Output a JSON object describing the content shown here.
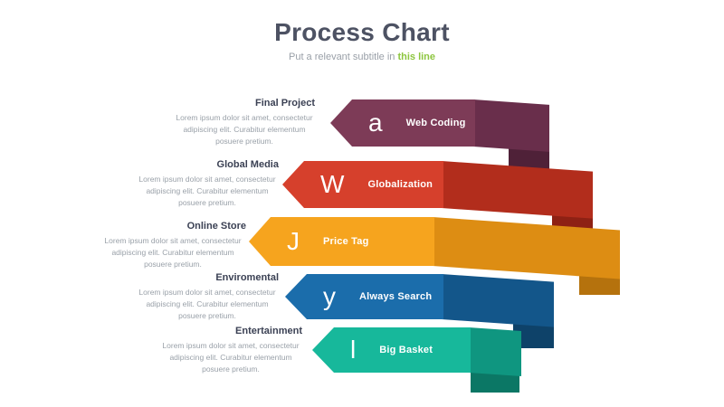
{
  "header": {
    "title": "Process Chart",
    "subtitle_prefix": "Put a relevant subtitle in ",
    "subtitle_highlight": "this line"
  },
  "colors": {
    "title": "#4d5263",
    "subtitle": "#9aa0a8",
    "highlight": "#8dc63f"
  },
  "rows": [
    {
      "heading": "Final Project",
      "description": "Lorem ipsum dolor sit amet, consectetur adipiscing elit. Curabitur elementum posuere pretium.",
      "letter": "a",
      "label": "Web Coding",
      "color": "#7d3b57",
      "ext_color": "#692e4b",
      "drop_color": "#4f2138"
    },
    {
      "heading": "Global Media",
      "description": "Lorem ipsum dolor sit amet, consectetur adipiscing elit. Curabitur elementum posuere pretium.",
      "letter": "W",
      "label": "Globalization",
      "color": "#d6402c",
      "ext_color": "#b22d1c",
      "drop_color": "#8e2114"
    },
    {
      "heading": "Online Store",
      "description": "Lorem ipsum dolor sit amet, consectetur adipiscing elit. Curabitur elementum posuere pretium.",
      "letter": "J",
      "label": "Price Tag",
      "color": "#f6a41e",
      "ext_color": "#dd8d13",
      "drop_color": "#b5720d"
    },
    {
      "heading": "Enviromental",
      "description": "Lorem ipsum dolor sit amet, consectetur adipiscing elit. Curabitur elementum posuere pretium.",
      "letter": "y",
      "label": "Always Search",
      "color": "#1b6dab",
      "ext_color": "#13568a",
      "drop_color": "#0e4269"
    },
    {
      "heading": "Entertainment",
      "description": "Lorem ipsum dolor sit amet, consectetur adipiscing elit. Curabitur elementum posuere pretium.",
      "letter": "l",
      "label": "Big Basket",
      "color": "#17b89b",
      "ext_color": "#0f9680",
      "drop_color": "#0b7765"
    }
  ]
}
